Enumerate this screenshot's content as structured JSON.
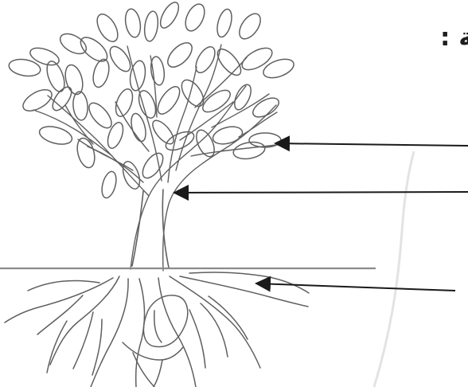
{
  "diagram": {
    "heading_fragment": ": ﺔ",
    "colors": {
      "background": "#ffffff",
      "illustration_stroke": "#5f5f5f",
      "ground_line": "#8b8b8b",
      "pointer_arrows": "#1a1a1a",
      "sheet_shadow": "#e3e3e3"
    },
    "pointers": [
      {
        "name": "leaves-pointer",
        "target": "leaves"
      },
      {
        "name": "trunk-pointer",
        "target": "trunk"
      },
      {
        "name": "roots-pointer",
        "target": "roots"
      }
    ]
  }
}
